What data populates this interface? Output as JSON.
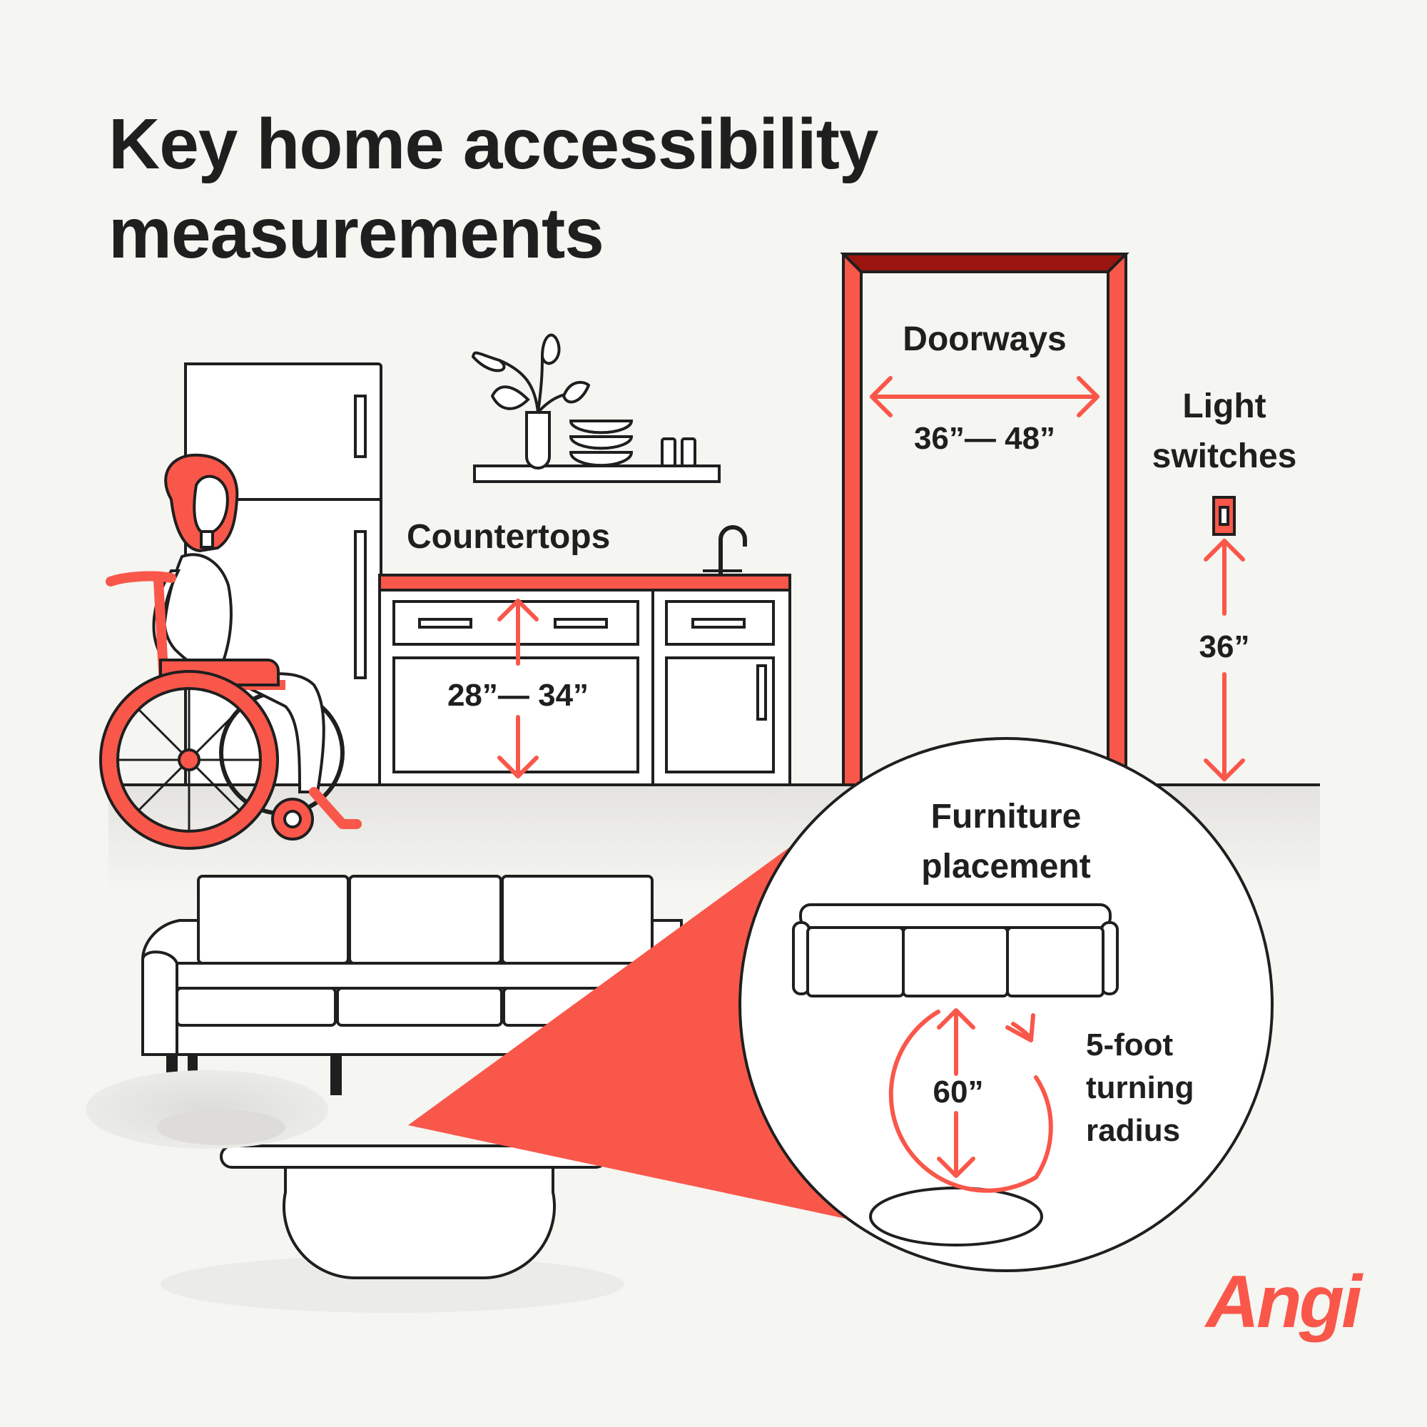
{
  "title": {
    "line1": "Key home accessibility",
    "line2": "measurements"
  },
  "labels": {
    "countertops": "Countertops",
    "countertops_range": "28”— 34”",
    "doorways": "Doorways",
    "doorways_range": "36”— 48”",
    "light_switches_line1": "Light",
    "light_switches_line2": "switches",
    "light_switches_height": "36”",
    "furniture_line1": "Furniture",
    "furniture_line2": "placement",
    "turning_value": "60”",
    "turning_line1": "5-foot",
    "turning_line2": "turning",
    "turning_line3": "radius"
  },
  "brand": {
    "name": "Angi"
  },
  "colors": {
    "accent": "#f9574a",
    "dark_red": "#9b1510",
    "ink": "#1f1f1f",
    "background": "#f5f5f1",
    "white": "#ffffff"
  }
}
